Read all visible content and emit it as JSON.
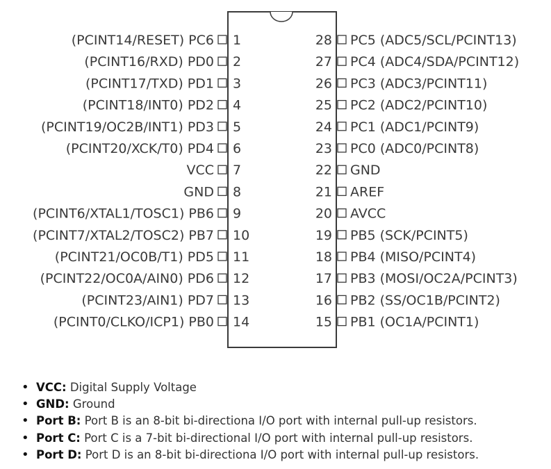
{
  "chip": {
    "left_pins": [
      {
        "label": "(PCINT14/RESET) PC6",
        "num": "1"
      },
      {
        "label": "(PCINT16/RXD) PD0",
        "num": "2"
      },
      {
        "label": "(PCINT17/TXD) PD1",
        "num": "3"
      },
      {
        "label": "(PCINT18/INT0) PD2",
        "num": "4"
      },
      {
        "label": "(PCINT19/OC2B/INT1) PD3",
        "num": "5"
      },
      {
        "label": "(PCINT20/XCK/T0) PD4",
        "num": "6"
      },
      {
        "label": "VCC",
        "num": "7"
      },
      {
        "label": "GND",
        "num": "8"
      },
      {
        "label": "(PCINT6/XTAL1/TOSC1) PB6",
        "num": "9"
      },
      {
        "label": "(PCINT7/XTAL2/TOSC2) PB7",
        "num": "10"
      },
      {
        "label": "(PCINT21/OC0B/T1) PD5",
        "num": "11"
      },
      {
        "label": "(PCINT22/OC0A/AIN0) PD6",
        "num": "12"
      },
      {
        "label": "(PCINT23/AIN1) PD7",
        "num": "13"
      },
      {
        "label": "(PCINT0/CLKO/ICP1) PB0",
        "num": "14"
      }
    ],
    "right_pins": [
      {
        "label": "PC5 (ADC5/SCL/PCINT13)",
        "num": "28"
      },
      {
        "label": "PC4 (ADC4/SDA/PCINT12)",
        "num": "27"
      },
      {
        "label": "PC3 (ADC3/PCINT11)",
        "num": "26"
      },
      {
        "label": "PC2 (ADC2/PCINT10)",
        "num": "25"
      },
      {
        "label": "PC1 (ADC1/PCINT9)",
        "num": "24"
      },
      {
        "label": "PC0 (ADC0/PCINT8)",
        "num": "23"
      },
      {
        "label": "GND",
        "num": "22"
      },
      {
        "label": "AREF",
        "num": "21"
      },
      {
        "label": "AVCC",
        "num": "20"
      },
      {
        "label": "PB5 (SCK/PCINT5)",
        "num": "19"
      },
      {
        "label": "PB4 (MISO/PCINT4)",
        "num": "18"
      },
      {
        "label": "PB3 (MOSI/OC2A/PCINT3)",
        "num": "17"
      },
      {
        "label": "PB2 (SS/OC1B/PCINT2)",
        "num": "16"
      },
      {
        "label": "PB1 (OC1A/PCINT1)",
        "num": "15"
      }
    ]
  },
  "notes": [
    {
      "term": "VCC:",
      "text": " Digital Supply Voltage"
    },
    {
      "term": "GND:",
      "text": " Ground"
    },
    {
      "term": "Port B:",
      "text": " Port B is an 8-bit bi-directiona I/O port with internal pull-up resistors."
    },
    {
      "term": "Port C:",
      "text": " Port C is a 7-bit bi-directional I/O port with internal pull-up resistors."
    },
    {
      "term": "Port D:",
      "text": " Port D is an 8-bit bi-directiona I/O port with internal pull-up resistors."
    }
  ],
  "bullet_char": "•"
}
